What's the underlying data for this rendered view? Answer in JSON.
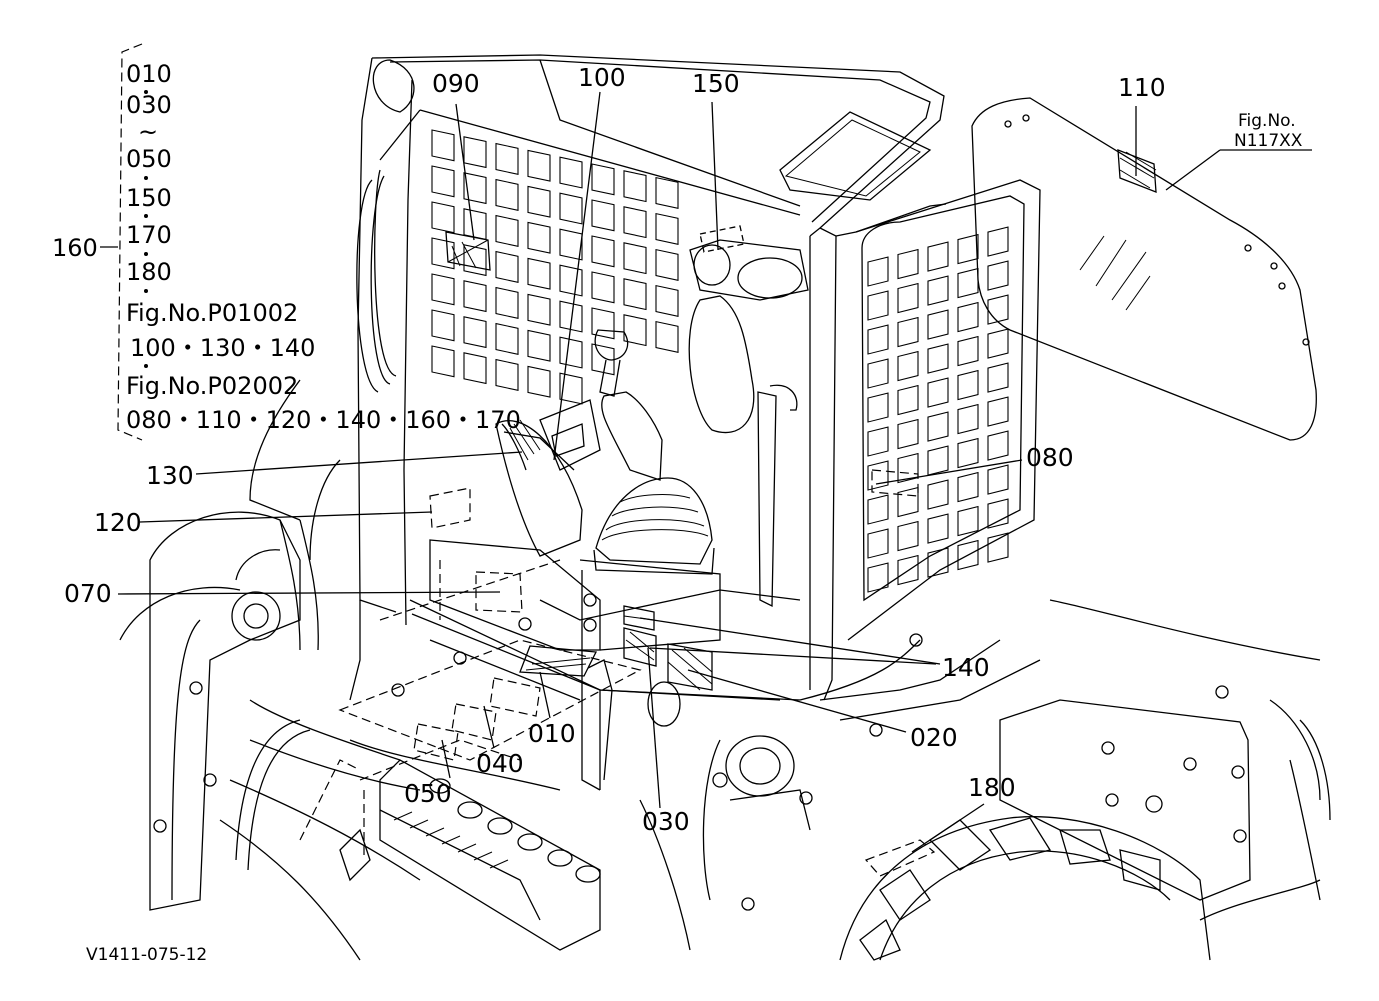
{
  "legend": {
    "group_number": "160",
    "items": [
      "010",
      "030",
      "~",
      "050",
      "150",
      "170",
      "180"
    ],
    "fig_ref_1": "Fig.No.P01002",
    "fig_ref_1_items": "100・130・140",
    "fig_ref_2": "Fig.No.P02002",
    "fig_ref_2_items": "080・110・120・140・160・170"
  },
  "callouts": {
    "c090": "090",
    "c100": "100",
    "c150": "150",
    "c110": "110",
    "c080": "080",
    "c130": "130",
    "c120": "120",
    "c070": "070",
    "c140": "140",
    "c020": "020",
    "c010": "010",
    "c040": "040",
    "c050": "050",
    "c030": "030",
    "c180": "180"
  },
  "figure_ref": {
    "label": "Fig.No.",
    "number": "N117XX"
  },
  "drawing_id": "V1411-075-12"
}
